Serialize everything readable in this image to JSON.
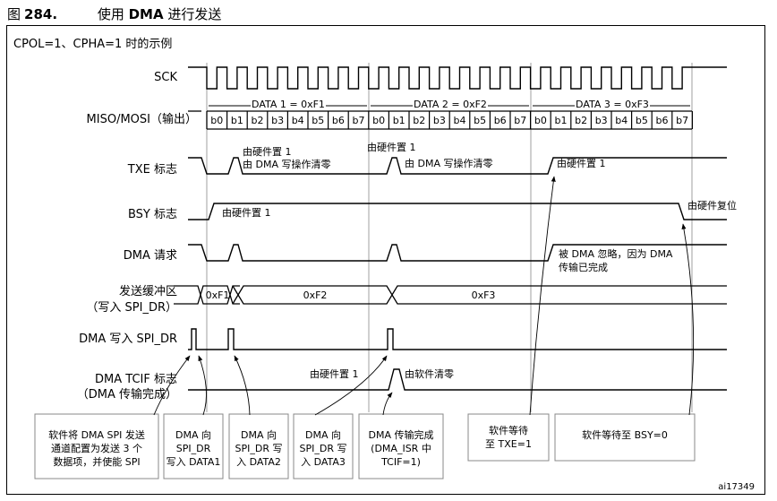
{
  "figure": {
    "label": "图",
    "number": "284.",
    "title_pre": "使用 ",
    "title_bold": "DMA",
    "title_post": " 进行发送",
    "subtitle": "CPOL=1、CPHA=1 时的示例",
    "ref_code": "ai17349"
  },
  "signals": {
    "sck": "SCK",
    "miso_mosi": "MISO/MOSI（输出）",
    "txe": "TXE 标志",
    "bsy": "BSY 标志",
    "dma_req": "DMA 请求",
    "tx_buffer_1": "发送缓冲区",
    "tx_buffer_2": "（写入 SPI_DR）",
    "dma_write": "DMA 写入 SPI_DR",
    "tcif_1": "DMA TCIF 标志",
    "tcif_2": "（DMA 传输完成）"
  },
  "data_groups": [
    "DATA 1 = 0xF1",
    "DATA 2 = 0xF2",
    "DATA 3 = 0xF3"
  ],
  "bits": [
    "b0",
    "b1",
    "b2",
    "b3",
    "b4",
    "b5",
    "b6",
    "b7"
  ],
  "buffer_values": [
    "0xF1",
    "0xF2",
    "0xF3"
  ],
  "annotations": {
    "txe_set_1": "由硬件置 1",
    "txe_clear_1": "由 DMA 写操作清零",
    "txe_set_2": "由硬件置 1",
    "txe_clear_2": "由 DMA 写操作清零",
    "txe_set_3": "由硬件置 1",
    "bsy_set": "由硬件置 1",
    "bsy_reset": "由硬件复位",
    "dma_ignored_1": "被 DMA 忽略，因为 DMA",
    "dma_ignored_2": "传输已完成",
    "tcif_set": "由硬件置 1",
    "tcif_clear": "由软件清零"
  },
  "boxes": {
    "b1": [
      "软件将 DMA SPI 发送",
      "通道配置为发送 3 个",
      "数据项，并使能 SPI"
    ],
    "b2": [
      "DMA 向",
      "SPI_DR",
      "写入 DATA1"
    ],
    "b3": [
      "DMA 向",
      "SPI_DR 写",
      "入 DATA2"
    ],
    "b4": [
      "DMA 向",
      "SPI_DR 写",
      "入 DATA3"
    ],
    "b5": [
      "DMA 传输完成",
      "(DMA_ISR 中",
      "TCIF=1)"
    ],
    "b6": [
      "软件等待",
      "至 TXE=1"
    ],
    "b7": [
      "软件等待至 BSY=0"
    ]
  }
}
